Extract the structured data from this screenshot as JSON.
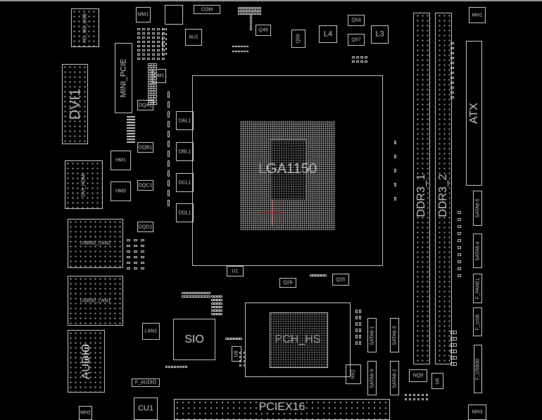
{
  "board": {
    "components": {
      "hd_usb": "HD_M3_USB",
      "dvi": "DVI1",
      "mini_pcie": "MINI_PCIE",
      "mm1": "MM1",
      "com": "COM",
      "au1": "AU1",
      "dm1": "DM1",
      "dqa1": "DQA1",
      "dqb1": "DQB1",
      "dqc1": "DQC1",
      "dqd1": "DQD1",
      "dal1": "DAL1",
      "dbl1": "DBL1",
      "dcl1": "DCL1",
      "ddl1": "DDL1",
      "hm1": "HM1",
      "hm3": "HM3",
      "hdmi": "DVI_HDMI",
      "usb30_lan2": "USB30_LAN2",
      "usb30_lan1": "USB30_LAN1",
      "audio": "AUDIO",
      "lan1": "LAN1",
      "sio": "SIO",
      "f_audio": "F_AUDIO",
      "cu1": "CU1",
      "mh2": "MH2",
      "pciex16": "PCIEX16",
      "cpu_socket": "LGA1150",
      "u1": "U1",
      "q26": "Q26",
      "q25": "Q25",
      "pch": "PCH_HS",
      "u8": "U8",
      "nx2": "NX2",
      "sata6_1": "SATA6-1",
      "sata6_3": "SATA6-3",
      "sata6_0": "SATA6-0",
      "sata6_2": "SATA6-2",
      "sata6_5": "SATA6-5",
      "sata6_4": "SATA6-4",
      "nq9": "NQ9",
      "u6": "U6",
      "mh3": "MH3",
      "ddr3_1": "DDR3_1",
      "ddr3_2": "DDR3_2",
      "atx": "ATX",
      "f_panel": "F_PANEL",
      "f_usb": "F_USB",
      "f_usb30": "F_USB30",
      "mh1": "MH1",
      "l4": "L4",
      "l3": "L3",
      "q53": "Q53",
      "q57": "Q57",
      "q59": "Q59",
      "q49": "Q49"
    }
  }
}
